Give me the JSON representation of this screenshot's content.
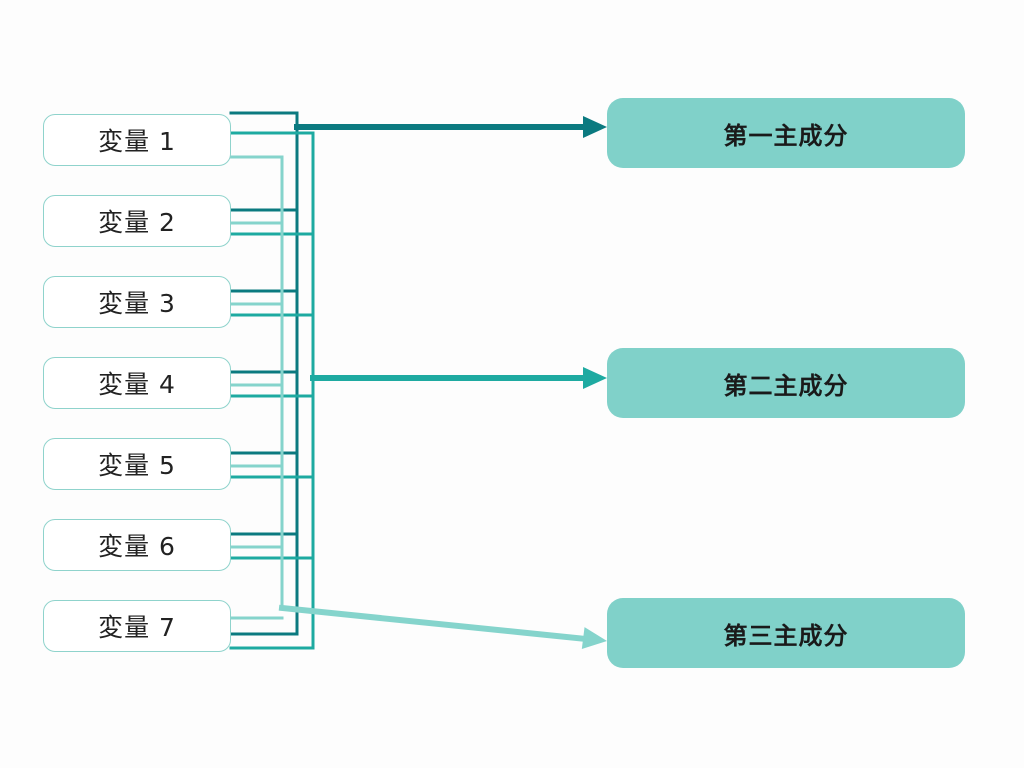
{
  "colors": {
    "pc1_line": "#0b7a80",
    "pc2_line": "#1eaaa1",
    "pc3_line": "#85d4cc",
    "variable_border": "#8fd3cc",
    "component_fill": "#80d1c9"
  },
  "variables": [
    {
      "label": "変量 1"
    },
    {
      "label": "変量 2"
    },
    {
      "label": "変量 3"
    },
    {
      "label": "変量 4"
    },
    {
      "label": "変量 5"
    },
    {
      "label": "変量 6"
    },
    {
      "label": "変量 7"
    }
  ],
  "components": [
    {
      "label": "第一主成分"
    },
    {
      "label": "第二主成分"
    },
    {
      "label": "第三主成分"
    }
  ]
}
